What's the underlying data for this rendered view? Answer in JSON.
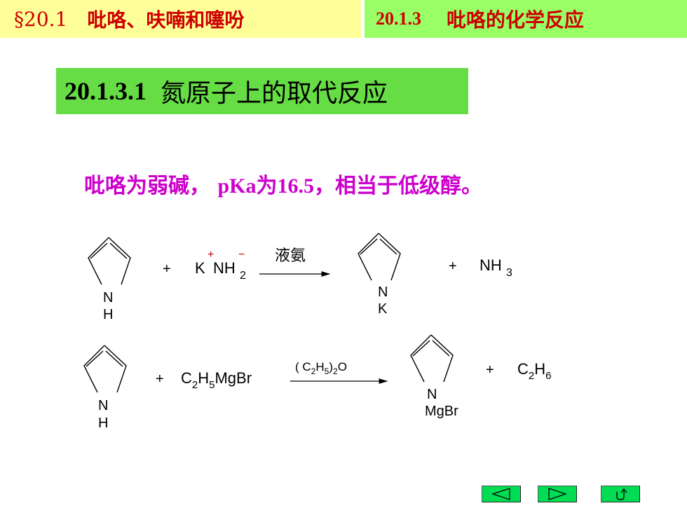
{
  "header": {
    "section_no": "§20.1",
    "section_title": "吡咯、呋喃和噻吩",
    "sub_no": "20.1.3",
    "sub_title": "吡咯的化学反应"
  },
  "subheading": {
    "number": "20.1.3.1",
    "title": "氮原子上的取代反应"
  },
  "statement": {
    "part1": "吡咯为弱碱，",
    "pka": "pKa",
    "part2": "为",
    "value": "16.5",
    "part3": "，相当于低级醇。"
  },
  "reaction1": {
    "plus1": "+",
    "reagent_K": "K",
    "reagent_NH": "NH",
    "reagent_sub": "2",
    "charge_pos": "+",
    "charge_neg": "−",
    "condition": "液氨",
    "reactant_N": "N",
    "reactant_H": "H",
    "product_N": "N",
    "product_K": "K",
    "plus2": "+",
    "byproduct": "NH",
    "byproduct_sub": "3"
  },
  "reaction2": {
    "plus1": "+",
    "reagent": [
      "C",
      "2",
      "H",
      "5",
      "MgBr"
    ],
    "condition": [
      "( C",
      "2",
      "H",
      "5",
      ")",
      "2",
      "O"
    ],
    "reactant_N": "N",
    "reactant_H": "H",
    "product_N": "N",
    "product_sub": "MgBr",
    "plus2": "+",
    "byproduct": [
      "C",
      "2",
      "H",
      "6"
    ]
  },
  "nav": {
    "prev_icon": "triangle-left-icon",
    "next_icon": "triangle-right-icon",
    "return_icon": "return-arrow-icon"
  },
  "colors": {
    "header_left_bg": "#ffff99",
    "header_right_bg": "#99ff66",
    "header_text": "#cc0000",
    "subheading_bg": "#66dd44",
    "statement_text": "#cc00cc",
    "nav_button": "#00dd55"
  }
}
